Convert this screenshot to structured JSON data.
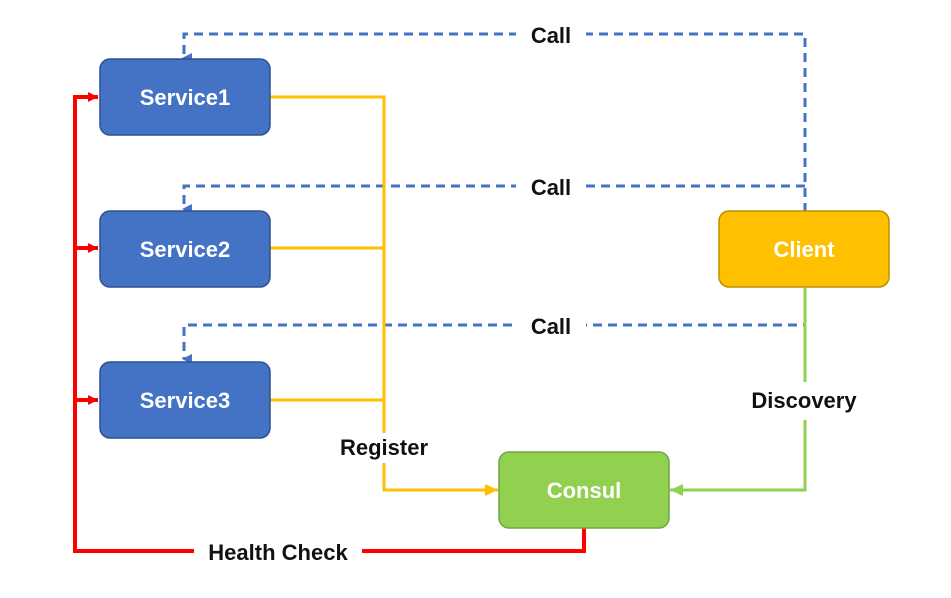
{
  "colors": {
    "service_fill": "#4472C4",
    "service_stroke": "#2F528F",
    "client_fill": "#FFC000",
    "consul_fill": "#92D050",
    "call_line": "#4472C4",
    "register_line": "#FFC000",
    "discovery_line": "#92D050",
    "health_line": "#FF0000"
  },
  "nodes": {
    "service1": "Service1",
    "service2": "Service2",
    "service3": "Service3",
    "client": "Client",
    "consul": "Consul"
  },
  "edges": {
    "call_1": "Call",
    "call_2": "Call",
    "call_3": "Call",
    "register": "Register",
    "discovery": "Discovery",
    "health_check": "Health Check"
  }
}
